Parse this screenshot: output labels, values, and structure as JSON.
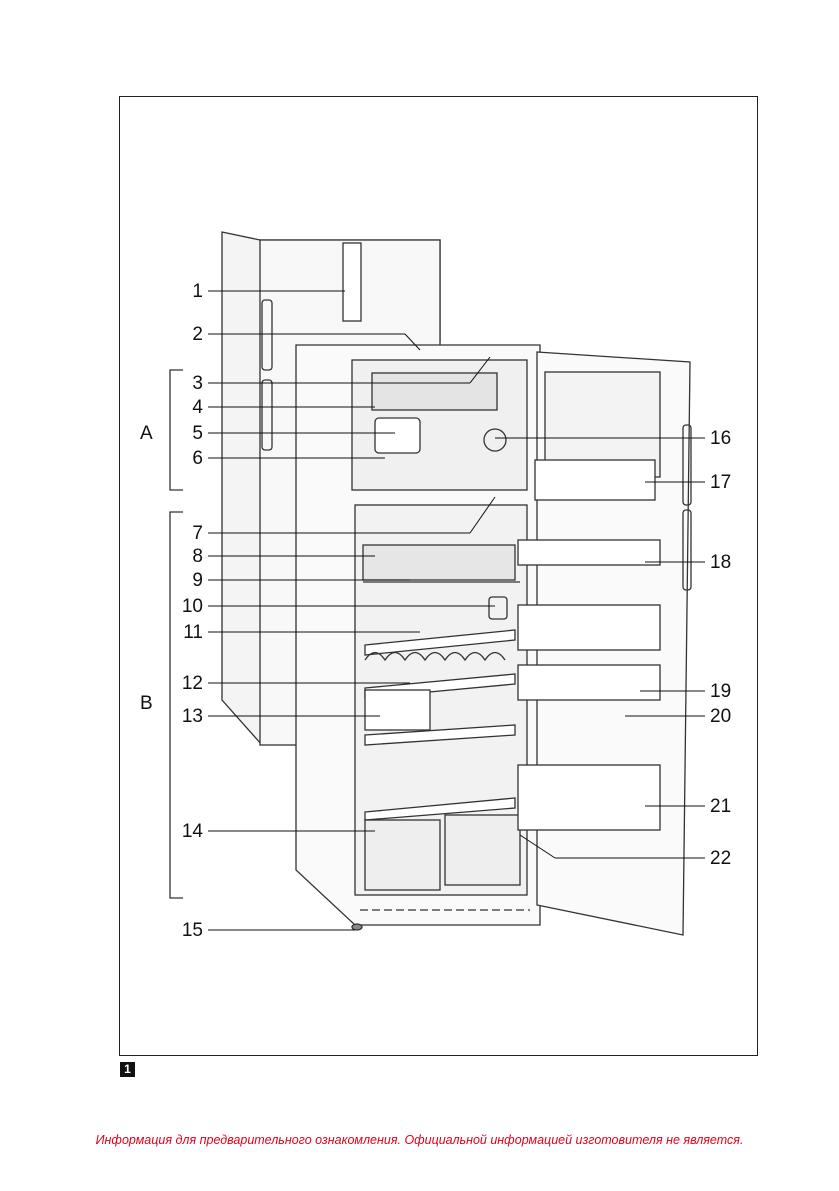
{
  "figure": {
    "number": "1",
    "callouts_left": [
      "1",
      "2",
      "3",
      "4",
      "5",
      "6",
      "7",
      "8",
      "9",
      "10",
      "11",
      "12",
      "13",
      "14",
      "15"
    ],
    "callouts_right": [
      "16",
      "17",
      "18",
      "19",
      "20",
      "21",
      "22"
    ],
    "sections": [
      "A",
      "B"
    ]
  },
  "footer": {
    "notice": "Информация для предварительного ознакомления. Официальной информацией изготовителя не является."
  }
}
